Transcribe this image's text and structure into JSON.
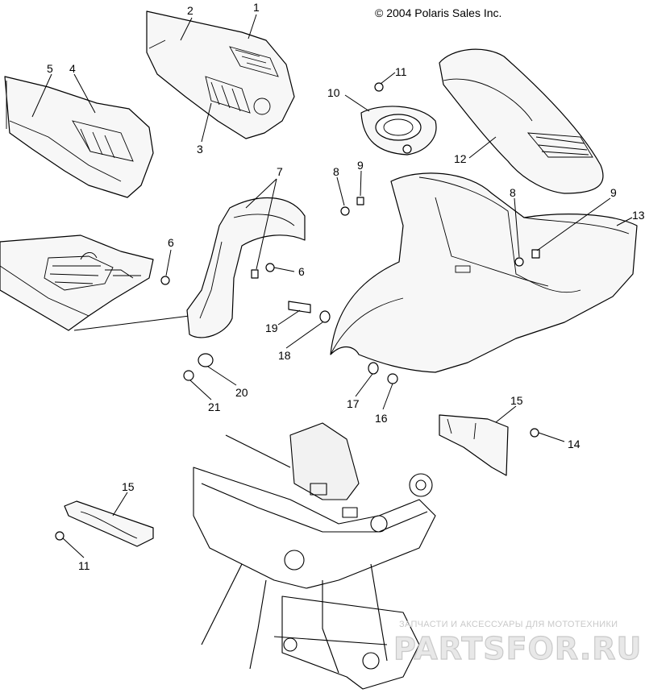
{
  "copyright": "© 2004 Polaris Sales Inc.",
  "watermark": {
    "subtitle": "ЗАПЧАСТИ И АКСЕССУАРЫ ДЛЯ МОТОТЕХНИКИ",
    "brand": "PARTSFOR.RU"
  },
  "callouts": [
    {
      "id": "c1",
      "label": "1"
    },
    {
      "id": "c2",
      "label": "2"
    },
    {
      "id": "c3",
      "label": "3"
    },
    {
      "id": "c4",
      "label": "4"
    },
    {
      "id": "c5",
      "label": "5"
    },
    {
      "id": "c6a",
      "label": "6"
    },
    {
      "id": "c6b",
      "label": "6"
    },
    {
      "id": "c7",
      "label": "7"
    },
    {
      "id": "c8a",
      "label": "8"
    },
    {
      "id": "c8b",
      "label": "8"
    },
    {
      "id": "c9a",
      "label": "9"
    },
    {
      "id": "c9b",
      "label": "9"
    },
    {
      "id": "c10",
      "label": "10"
    },
    {
      "id": "c11a",
      "label": "11"
    },
    {
      "id": "c11b",
      "label": "11"
    },
    {
      "id": "c12",
      "label": "12"
    },
    {
      "id": "c13",
      "label": "13"
    },
    {
      "id": "c14",
      "label": "14"
    },
    {
      "id": "c15a",
      "label": "15"
    },
    {
      "id": "c15b",
      "label": "15"
    },
    {
      "id": "c16",
      "label": "16"
    },
    {
      "id": "c17",
      "label": "17"
    },
    {
      "id": "c18",
      "label": "18"
    },
    {
      "id": "c19",
      "label": "19"
    },
    {
      "id": "c20",
      "label": "20"
    },
    {
      "id": "c21",
      "label": "21"
    }
  ],
  "colors": {
    "line": "#000000",
    "background": "#ffffff",
    "watermark": "#c9c9c9"
  }
}
